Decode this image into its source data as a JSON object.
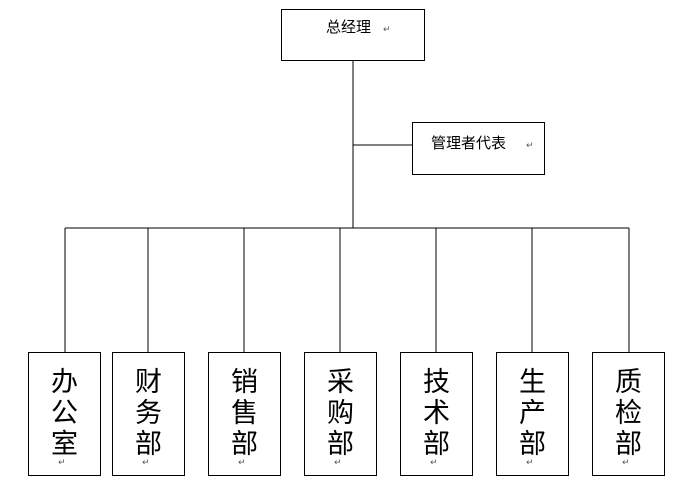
{
  "root": {
    "label": "总经理",
    "mark": "↵"
  },
  "representative": {
    "label": "管理者代表",
    "mark": "↵"
  },
  "departments": [
    {
      "label": "办公室",
      "mark": "↵"
    },
    {
      "label": "财务部",
      "mark": "↵"
    },
    {
      "label": "销售部",
      "mark": "↵"
    },
    {
      "label": "采购部",
      "mark": "↵"
    },
    {
      "label": "技术部",
      "mark": "↵"
    },
    {
      "label": "生产部",
      "mark": "↵"
    },
    {
      "label": "质检部",
      "mark": "↵"
    }
  ],
  "colors": {
    "line": "#000000",
    "background": "#ffffff"
  }
}
